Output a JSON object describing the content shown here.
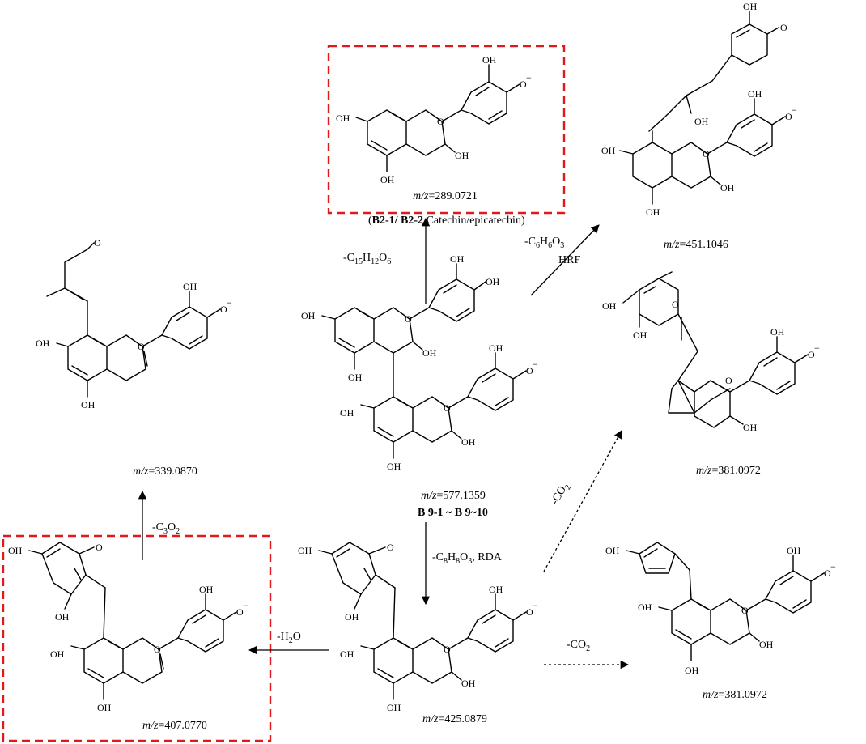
{
  "boxes_color": "#e01a1a",
  "compounds": {
    "parent": {
      "mz_prefix": "m/z",
      "mz_value": "=577.1359",
      "label": "B 9-1 ~ B 9~10"
    },
    "catechin": {
      "mz_prefix": "m/z",
      "mz_value": "=289.0721",
      "label_bold": "B2-1/ B2-2",
      "label_rest": " Catechin/epicatechin"
    },
    "hrf_product": {
      "mz_prefix": "m/z",
      "mz_value": "=451.1046"
    },
    "flavene_339": {
      "mz_prefix": "m/z",
      "mz_value": "=339.0870"
    },
    "co2_381_a": {
      "mz_prefix": "m/z",
      "mz_value": "=381.0972"
    },
    "co2_381_b": {
      "mz_prefix": "m/z",
      "mz_value": "=381.0972"
    },
    "rda_425": {
      "mz_prefix": "m/z",
      "mz_value": "=425.0879"
    },
    "flavene_407": {
      "mz_prefix": "m/z",
      "mz_value": "=407.0770"
    }
  },
  "reactions": {
    "to_catechin": {
      "pre": "-C",
      "a": "15",
      "b": "H",
      "c": "12",
      "d": "O",
      "e": "6"
    },
    "to_hrf": {
      "pre": "-C",
      "a": "6",
      "b": "H",
      "c": "6",
      "d": "O",
      "e": "3",
      "sub": "HRF"
    },
    "to_339": {
      "pre": "-C",
      "a": "3",
      "b": "O",
      "c": "2"
    },
    "to_rda": {
      "pre": "-C",
      "a": "8",
      "b": "H",
      "c": "8",
      "d": "O",
      "e": "3",
      "tail": ", RDA"
    },
    "to_381_a": {
      "pre": "-CO",
      "a": "2"
    },
    "to_381_b": {
      "pre": "-CO",
      "a": "2"
    },
    "to_407": {
      "pre": "-H",
      "a": "2",
      "b": "O"
    }
  },
  "atoms": {
    "oh": "OH",
    "o": "O",
    "o_minus": "O"
  }
}
